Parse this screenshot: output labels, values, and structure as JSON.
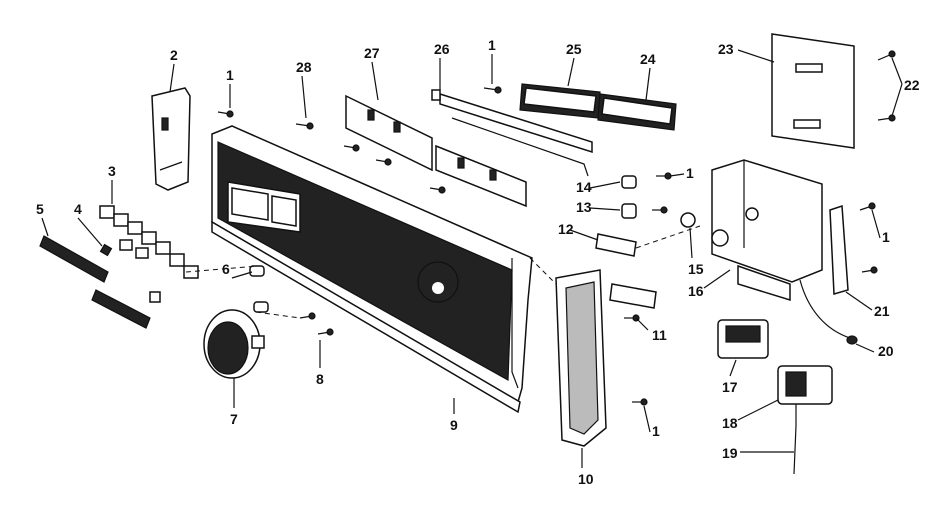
{
  "diagram": {
    "labels": [
      "1",
      "2",
      "3",
      "4",
      "5",
      "6",
      "7",
      "8",
      "9",
      "10",
      "11",
      "12",
      "13",
      "14",
      "15",
      "16",
      "17",
      "18",
      "19",
      "20",
      "21",
      "22",
      "23",
      "24",
      "25",
      "26",
      "27",
      "28",
      "1",
      "1",
      "1",
      "1"
    ]
  }
}
